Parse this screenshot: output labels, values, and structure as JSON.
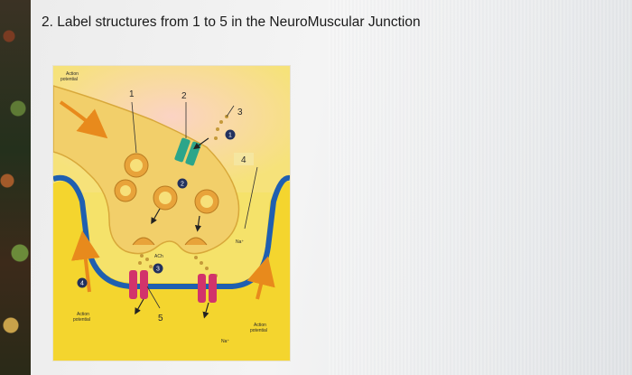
{
  "question": {
    "text": "2. Label structures from 1 to 5 in the NeuroMuscular Junction"
  },
  "diagram": {
    "labels": {
      "action_potential_top": [
        "Action",
        "potential"
      ],
      "action_potential_bottom_left": [
        "Action",
        "potential"
      ],
      "action_potential_bottom_right": [
        "Action",
        "potential"
      ],
      "ach": "ACh",
      "na_plus_cleft": "Na⁺",
      "na_plus_bottom": "Na⁺"
    },
    "numbers": [
      "1",
      "2",
      "3",
      "4",
      "5"
    ],
    "step_badges": [
      "1",
      "2",
      "3",
      "4"
    ],
    "colors": {
      "background": "#f5e26a",
      "terminal": "#f2cf6a",
      "membrane": "#1f5fb0",
      "channel": "#d2336b",
      "arrow": "#e88a1c",
      "badge": "#22315e"
    }
  }
}
